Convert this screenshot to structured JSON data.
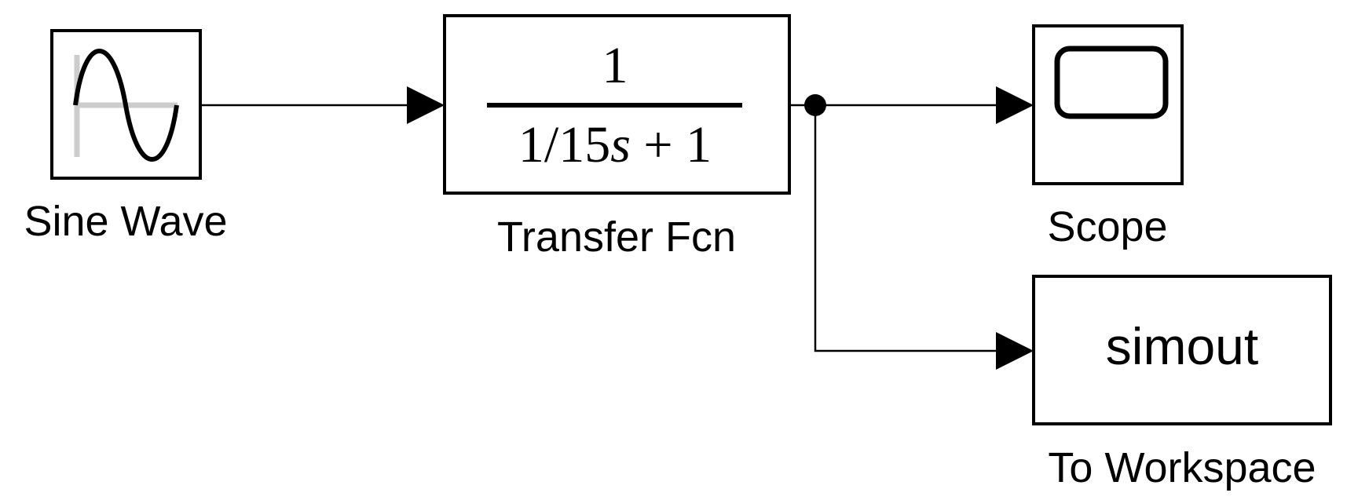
{
  "blocks": {
    "sine_wave": {
      "label": "Sine Wave"
    },
    "transfer_fcn": {
      "label": "Transfer Fcn",
      "numerator": "1",
      "denominator_prefix": "1/15",
      "denominator_var": "s",
      "denominator_suffix": " + 1"
    },
    "scope": {
      "label": "Scope"
    },
    "to_workspace": {
      "label": "To Workspace",
      "variable_name": "simout"
    }
  },
  "icons": {
    "sine_wave": "sine-wave-icon",
    "scope": "scope-screen-icon"
  }
}
